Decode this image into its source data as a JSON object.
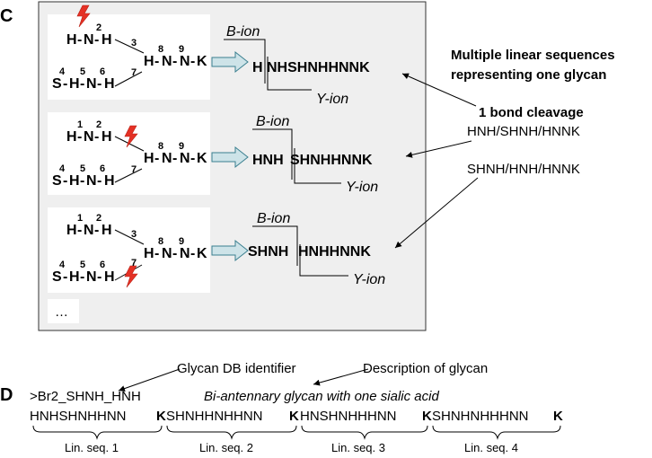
{
  "panel_labels": {
    "c": "C",
    "d": "D"
  },
  "structure": {
    "atoms": {
      "h_top_left": "H",
      "n_top": "N",
      "h_top_right": "H",
      "h_mid": "H",
      "n_mid1": "N",
      "n_mid2": "N",
      "k_end": "K",
      "s_bottom": "S",
      "h_bottom1": "H",
      "n_bottom": "N",
      "h_bottom2": "H"
    },
    "dash": "-",
    "numbers": {
      "n1": "1",
      "n2": "2",
      "n3": "3",
      "n4": "4",
      "n5": "5",
      "n6": "6",
      "n7": "7",
      "n8": "8",
      "n9": "9"
    }
  },
  "rows": [
    {
      "seq_left": "H",
      "seq_right": "NHSHNHHNNK",
      "b_ion": "B-ion",
      "y_ion": "Y-ion",
      "cut_bond": "1-2"
    },
    {
      "seq_left": "HNH",
      "seq_right": "SHNHHNNK",
      "b_ion": "B-ion",
      "y_ion": "Y-ion",
      "cut_bond": "3"
    },
    {
      "seq_left": "SHNH",
      "seq_right": "HNHHNNK",
      "b_ion": "B-ion",
      "y_ion": "Y-ion",
      "cut_bond": "7"
    }
  ],
  "ellipsis": "…",
  "annotations": {
    "multiple_line1": "Multiple linear sequences",
    "multiple_line2": "representing one glycan",
    "bond_cleavage": "1 bond cleavage",
    "seq_a": "HNH/SHNH/HNNK",
    "seq_b": "SHNH/HNH/HNNK"
  },
  "panel_d": {
    "glycan_db_label": "Glycan DB identifier",
    "description_label": "Description of glycan",
    "identifier": ">Br2_SHNH_HNH",
    "description": "Bi-antennary glycan with one sialic acid",
    "linear_sequences": [
      {
        "body": "HNHSHNHHNN",
        "end": "K",
        "label": "Lin. seq. 1"
      },
      {
        "body": "SHNHHNHHNN",
        "end": "K",
        "label": "Lin. seq. 2"
      },
      {
        "body": "HNSHNHHHNN",
        "end": "K",
        "label": "Lin. seq. 3"
      },
      {
        "body": "SHNHNHHHNN",
        "end": "K",
        "label": "Lin. seq. 4"
      }
    ]
  },
  "colors": {
    "panel_bg": "#efefef",
    "arrow_fill": "#cde3e8",
    "arrow_stroke": "#3a7f8f",
    "bolt": "#e53125"
  }
}
